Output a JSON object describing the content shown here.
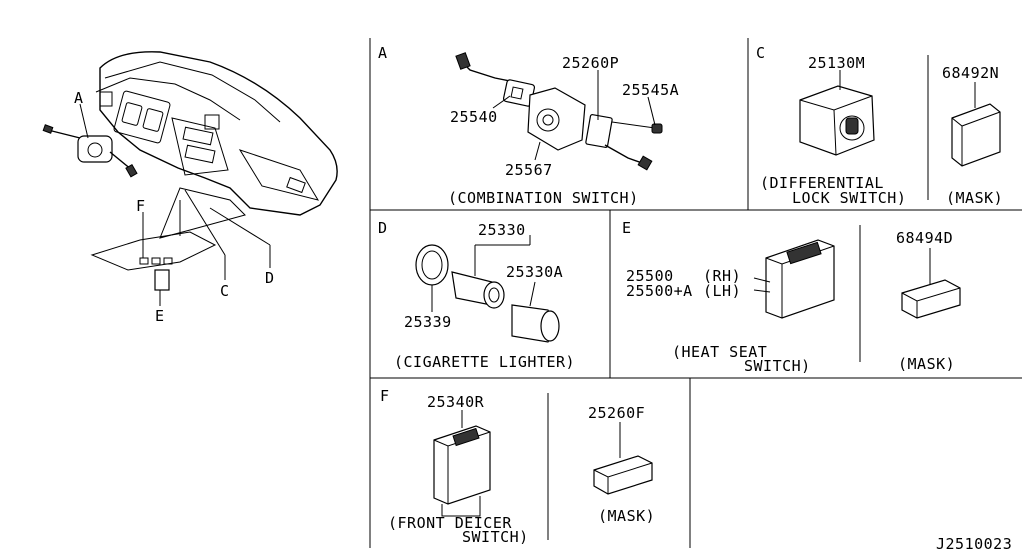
{
  "overview": {
    "callouts": [
      "A",
      "F",
      "C",
      "D",
      "E"
    ]
  },
  "sections": {
    "A": {
      "letter": "A",
      "parts": [
        "25540",
        "25260P",
        "25545A",
        "25567"
      ],
      "caption": "(COMBINATION SWITCH)"
    },
    "C": {
      "letter": "C",
      "parts": [
        "25130M",
        "68492N"
      ],
      "caption_lines": [
        "(DIFFERENTIAL",
        "LOCK SWITCH)"
      ],
      "mask_caption": "(MASK)"
    },
    "D": {
      "letter": "D",
      "parts": [
        "25330",
        "25330A",
        "25339"
      ],
      "caption": "(CIGARETTE LIGHTER)"
    },
    "E": {
      "letter": "E",
      "parts": [
        "25500",
        "25500+A",
        "68494D"
      ],
      "side_labels": [
        "(RH)",
        "(LH)"
      ],
      "caption_lines": [
        "(HEAT SEAT",
        "SWITCH)"
      ],
      "mask_caption": "(MASK)"
    },
    "F": {
      "letter": "F",
      "parts": [
        "25340R",
        "25260F"
      ],
      "caption_lines": [
        "(FRONT DEICER",
        "SWITCH)"
      ],
      "mask_caption": "(MASK)"
    }
  },
  "diagram_code": "J2510023"
}
